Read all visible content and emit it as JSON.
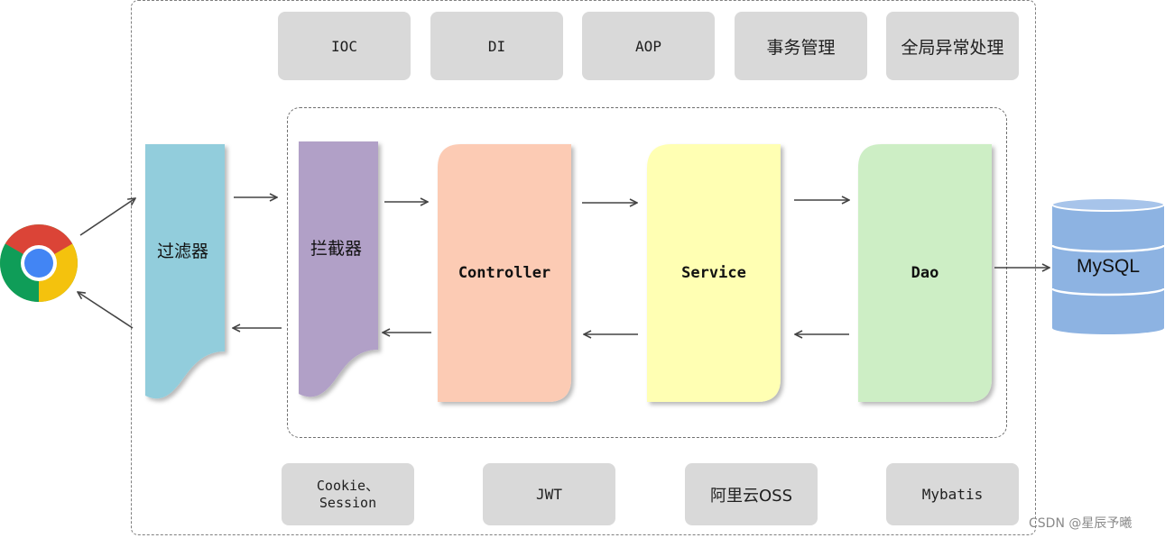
{
  "top_row": [
    {
      "label": "IOC"
    },
    {
      "label": "DI"
    },
    {
      "label": "AOP"
    },
    {
      "label": "事务管理"
    },
    {
      "label": "全局异常处理"
    }
  ],
  "bottom_row": [
    {
      "label": "Cookie、\nSession"
    },
    {
      "label": "JWT"
    },
    {
      "label": "阿里云OSS"
    },
    {
      "label": "Mybatis"
    }
  ],
  "components": {
    "filter": "过滤器",
    "interceptor": "拦截器",
    "controller": "Controller",
    "service": "Service",
    "dao": "Dao",
    "database": "MySQL"
  },
  "colors": {
    "filter": "#92cddc",
    "interceptor": "#b1a0c7",
    "controller": "#fccbb4",
    "service": "#ffffb3",
    "dao": "#cdeec5",
    "database": "#8db3e2",
    "tech_box": "#d9d9d9"
  },
  "icons": {
    "browser": "chrome-browser-icon",
    "database": "database-cylinder-icon"
  },
  "watermark": "CSDN @星辰予曦"
}
